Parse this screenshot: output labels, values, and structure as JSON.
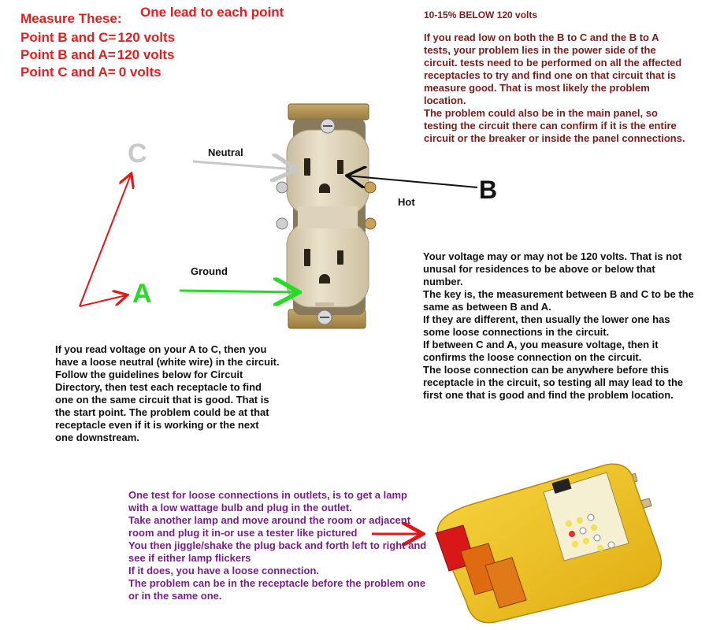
{
  "measure": {
    "title": "Measure These:",
    "lead_note": "One lead to each point",
    "rows": [
      {
        "label": "Point B and C=",
        "value": "120 volts"
      },
      {
        "label": "Point B and A=",
        "value": "120 volts"
      },
      {
        "label": "Point C and A=",
        "value": "0 volts"
      }
    ]
  },
  "right_top": {
    "heading": "10-15% BELOW 120 volts",
    "body": "If you read low on both the B to C and the B to A tests, your problem lies in the power side of the circuit. tests need to be performed on all the affected receptacles to try and find one on that circuit that is measure good. That is most likely the problem location.\nThe problem could also be in the main panel, so testing the circuit there can confirm if it is the entire circuit or the breaker or inside the panel connections."
  },
  "diagram": {
    "point_c": "C",
    "point_b": "B",
    "point_a": "A",
    "label_neutral": "Neutral",
    "label_hot": "Hot",
    "label_ground": "Ground"
  },
  "right_mid": {
    "body": "Your voltage may or may not be 120 volts. That is not unusal for residences to be above or below that number.\nThe key is, the measurement between B and C to be the same as between B and A.\nIf they are different, then usually the lower one has some loose connections in the circuit.\nIf between C and A, you measure voltage, then it confirms the loose connection on the circuit.\nThe loose connection can be anywhere before this receptacle in the circuit, so testing all may lead to the first one that is good and find the problem location."
  },
  "left_mid": {
    "body": "If you read voltage on your A to C, then you have a loose neutral (white wire) in the circuit.\nFollow the guidelines below for Circuit Directory, then test each receptacle to find one on the same circuit that is good. That is the start point. The problem could be at that receptacle even if it is working or the next one downstream."
  },
  "bottom": {
    "body": "One test for loose connections in outlets, is to get a lamp with a low wattage bulb and plug in the outlet.\nTake another lamp and move around the room or adjacent room and plug it in-or use a tester like pictured\nYou then jiggle/shake the plug back and forth left to right and see if either lamp flickers\nIf it does, you have a loose connection.\nThe problem can be in the receptacle before the problem one or in the same one."
  },
  "colors": {
    "red_text": "#e02020",
    "maroon_text": "#7a1c1c",
    "purple_text": "#7a1e8a",
    "arrow_red": "#e01818",
    "arrow_green": "#22dd22",
    "arrow_gray": "#c8c8c8",
    "outlet_ivory": "#e6dcc4",
    "tester_yellow": "#f2c414"
  }
}
